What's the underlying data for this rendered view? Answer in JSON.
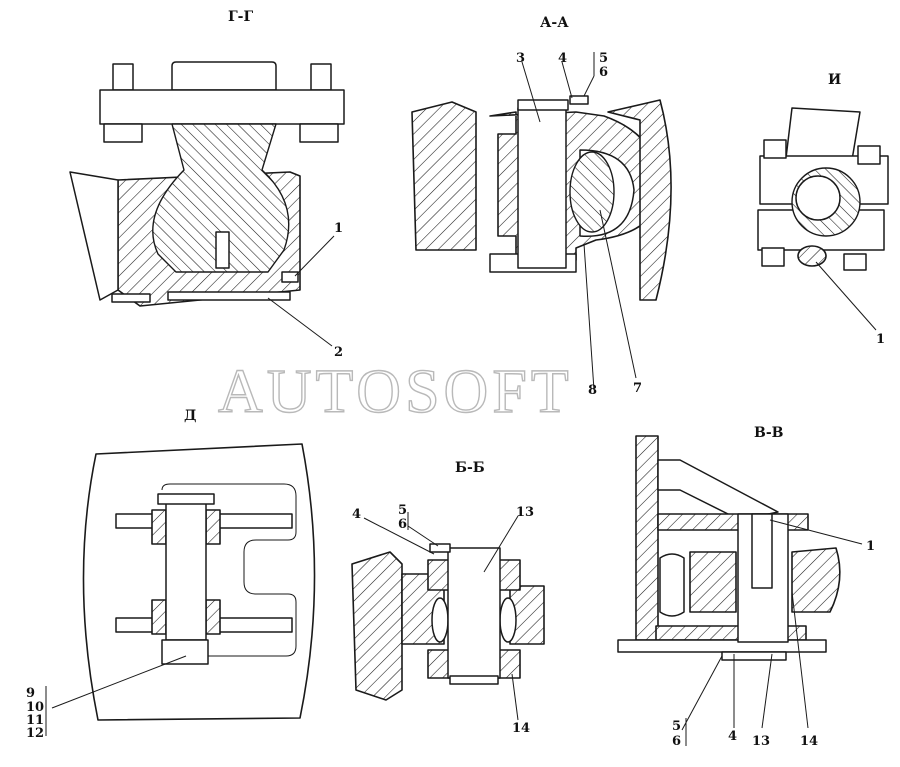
{
  "views": {
    "gg": {
      "title": "Г-Г",
      "callouts": [
        "1",
        "2"
      ]
    },
    "aa": {
      "title": "А-А",
      "callouts": [
        "3",
        "4",
        "5",
        "6",
        "7",
        "8"
      ]
    },
    "i": {
      "title": "И",
      "callouts": [
        "1"
      ]
    },
    "d": {
      "title": "Д",
      "callouts": [
        "9",
        "10",
        "11",
        "12"
      ]
    },
    "bb": {
      "title": "Б-Б",
      "callouts": [
        "5",
        "6",
        "4",
        "13",
        "14"
      ]
    },
    "vv": {
      "title": "В-В",
      "callouts": [
        "1",
        "5",
        "6",
        "4",
        "13",
        "14"
      ]
    }
  },
  "watermark": "AUTOSOFT"
}
